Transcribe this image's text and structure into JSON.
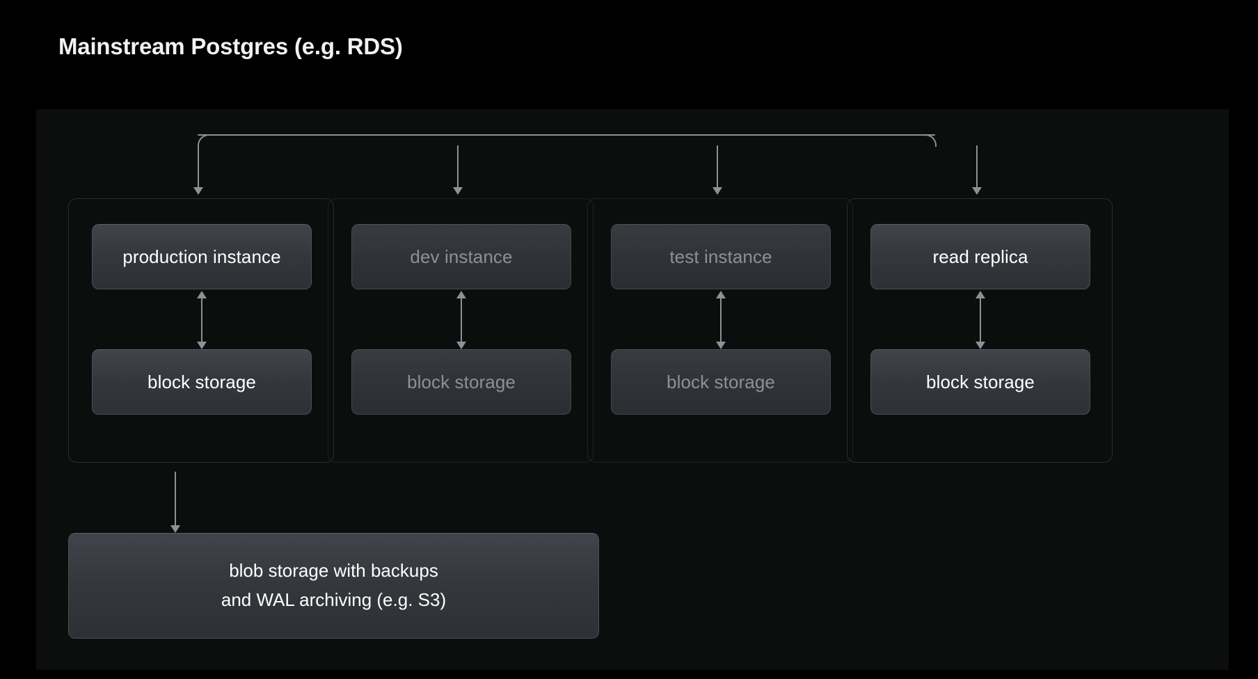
{
  "slide": {
    "title": "Mainstream Postgres (e.g. RDS)",
    "background": "#000000",
    "canvas_background": "#0c0d0d",
    "connector_color": "#8e9094",
    "text_active_color": "#ffffff",
    "text_dim_color": "#8e9095"
  },
  "columns": [
    {
      "id": "production",
      "state": "active",
      "instance_label": "production instance",
      "storage_label": "block storage"
    },
    {
      "id": "dev",
      "state": "dim",
      "instance_label": "dev instance",
      "storage_label": "block storage"
    },
    {
      "id": "test",
      "state": "dim",
      "instance_label": "test instance",
      "storage_label": "block storage"
    },
    {
      "id": "read-replica",
      "state": "active",
      "instance_label": "read replica",
      "storage_label": "block storage"
    }
  ],
  "blob_storage": {
    "line1": "blob storage with backups",
    "line2": "and WAL archiving (e.g. S3)"
  }
}
